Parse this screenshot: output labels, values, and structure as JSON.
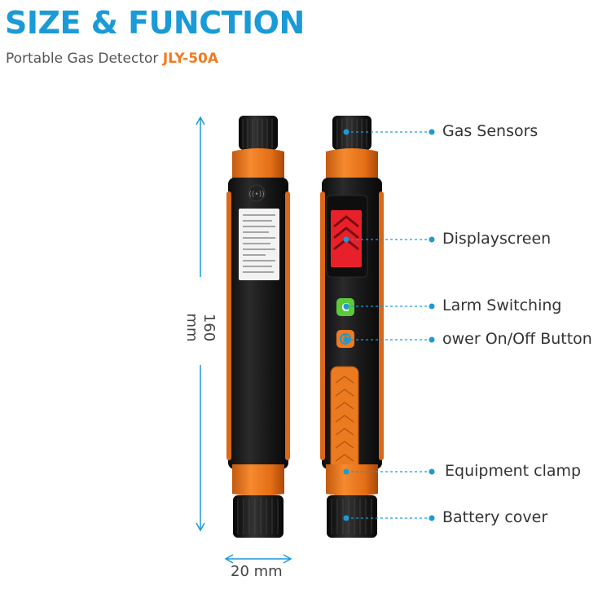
{
  "header": {
    "title": "SIZE & FUNCTION",
    "subtitle_prefix": "Portable Gas Detector ",
    "model": "JLY-50A"
  },
  "dimensions": {
    "height_label": "160 mm",
    "width_label": "20 mm"
  },
  "callouts": [
    {
      "label": "Gas Sensors"
    },
    {
      "label": "Displayscreen"
    },
    {
      "label": "Larm Switching"
    },
    {
      "label": "ower On/Off Button"
    },
    {
      "label": "Equipment clamp"
    },
    {
      "label": "Battery cover"
    }
  ],
  "colors": {
    "accent_blue": "#1a9ad6",
    "accent_orange": "#f07a1f",
    "body_black": "#1b1b1b",
    "display_red": "#e8202a",
    "button_green": "#5cc93a"
  }
}
